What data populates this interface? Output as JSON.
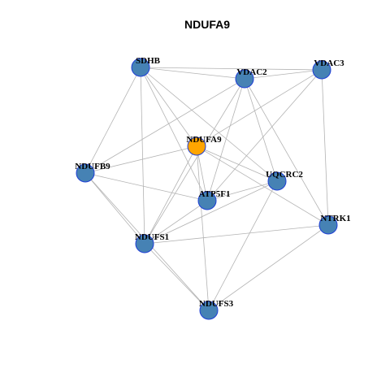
{
  "title": "NDUFA9",
  "colors": {
    "center_node": "#FFA500",
    "default_node": "#4682B4",
    "node_border": "#1f3fd6",
    "edge": "#b3b3b3"
  },
  "nodes": [
    {
      "id": "SDHB",
      "label": "SDHB",
      "center": false
    },
    {
      "id": "VDAC2",
      "label": "VDAC2",
      "center": false
    },
    {
      "id": "VDAC3",
      "label": "VDAC3",
      "center": false
    },
    {
      "id": "NDUFA9",
      "label": "NDUFA9",
      "center": true
    },
    {
      "id": "NDUFB9",
      "label": "NDUFB9",
      "center": false
    },
    {
      "id": "UQCRC2",
      "label": "UQCRC2",
      "center": false
    },
    {
      "id": "ATP5F1",
      "label": "ATP5F1",
      "center": false
    },
    {
      "id": "NTRK1",
      "label": "NTRK1",
      "center": false
    },
    {
      "id": "NDUFS1",
      "label": "NDUFS1",
      "center": false
    },
    {
      "id": "NDUFS3",
      "label": "NDUFS3",
      "center": false
    }
  ],
  "edges": [
    [
      "SDHB",
      "VDAC2"
    ],
    [
      "SDHB",
      "VDAC3"
    ],
    [
      "SDHB",
      "NDUFB9"
    ],
    [
      "SDHB",
      "NDUFA9"
    ],
    [
      "SDHB",
      "UQCRC2"
    ],
    [
      "SDHB",
      "NDUFS1"
    ],
    [
      "SDHB",
      "ATP5F1"
    ],
    [
      "VDAC2",
      "VDAC3"
    ],
    [
      "VDAC2",
      "NDUFB9"
    ],
    [
      "VDAC2",
      "ATP5F1"
    ],
    [
      "VDAC2",
      "UQCRC2"
    ],
    [
      "VDAC2",
      "NTRK1"
    ],
    [
      "VDAC2",
      "NDUFS1"
    ],
    [
      "VDAC3",
      "NDUFA9"
    ],
    [
      "VDAC3",
      "ATP5F1"
    ],
    [
      "VDAC3",
      "NTRK1"
    ],
    [
      "NDUFA9",
      "NDUFB9"
    ],
    [
      "NDUFA9",
      "UQCRC2"
    ],
    [
      "NDUFA9",
      "ATP5F1"
    ],
    [
      "NDUFA9",
      "NTRK1"
    ],
    [
      "NDUFA9",
      "NDUFS1"
    ],
    [
      "NDUFA9",
      "NDUFS3"
    ],
    [
      "NDUFB9",
      "ATP5F1"
    ],
    [
      "NDUFB9",
      "NDUFS1"
    ],
    [
      "NDUFB9",
      "NDUFS3"
    ],
    [
      "UQCRC2",
      "ATP5F1"
    ],
    [
      "UQCRC2",
      "NDUFS1"
    ],
    [
      "UQCRC2",
      "NDUFS3"
    ],
    [
      "ATP5F1",
      "NDUFS1"
    ],
    [
      "NTRK1",
      "NDUFS1"
    ],
    [
      "NTRK1",
      "NDUFS3"
    ],
    [
      "NDUFS1",
      "NDUFS3"
    ]
  ]
}
